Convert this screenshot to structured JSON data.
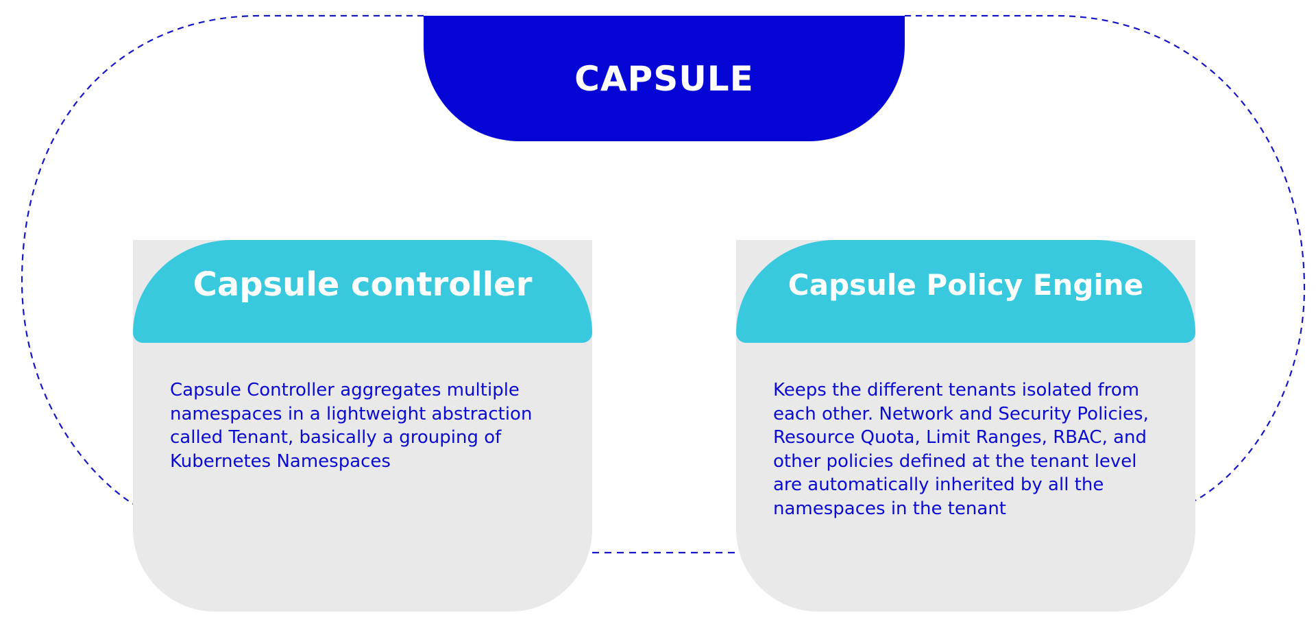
{
  "diagram": {
    "title": "CAPSULE",
    "colors": {
      "primary": "#0505d6",
      "header": "#39c9de",
      "card": "#e9e9e9",
      "text": "#0a0ad2"
    },
    "components": [
      {
        "title": "Capsule controller",
        "description": "Capsule Controller aggregates multiple namespaces in a lightweight abstraction called Tenant, basically a grouping of Kubernetes Namespaces"
      },
      {
        "title": "Capsule Policy Engine",
        "description": "Keeps the different tenants isolated from each other. Network and Security Policies, Resource Quota, Limit Ranges, RBAC, and other policies defined at the tenant level are automatically inherited by all the namespaces in the tenant"
      }
    ],
    "connections": [
      {
        "from": "CAPSULE",
        "to": "Capsule controller",
        "style": "dashed"
      },
      {
        "from": "CAPSULE",
        "to": "Capsule Policy Engine",
        "style": "dashed"
      },
      {
        "from": "Capsule controller",
        "to": "Capsule Policy Engine",
        "style": "dashed"
      }
    ]
  }
}
